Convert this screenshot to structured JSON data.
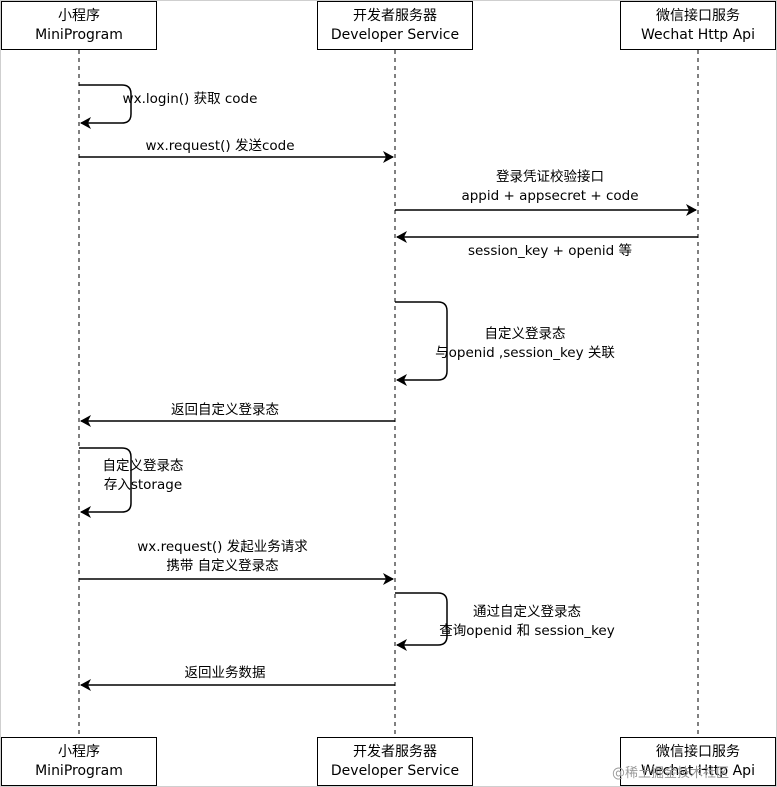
{
  "participants": [
    {
      "name": "小程序",
      "subname": "MiniProgram"
    },
    {
      "name": "开发者服务器",
      "subname": "Developer Service"
    },
    {
      "name": "微信接口服务",
      "subname": "Wechat Http Api"
    }
  ],
  "messages": [
    {
      "lines": [
        "wx.login() 获取 code"
      ]
    },
    {
      "lines": [
        "wx.request() 发送code"
      ]
    },
    {
      "lines": [
        "登录凭证校验接口",
        "appid + appsecret + code"
      ]
    },
    {
      "lines": [
        "session_key + openid 等"
      ]
    },
    {
      "lines": [
        "自定义登录态",
        "与openid ,session_key 关联"
      ]
    },
    {
      "lines": [
        "返回自定义登录态"
      ]
    },
    {
      "lines": [
        "自定义登录态",
        "存入storage"
      ]
    },
    {
      "lines": [
        "wx.request() 发起业务请求",
        "携带 自定义登录态"
      ]
    },
    {
      "lines": [
        "通过自定义登录态",
        "查询openid 和 session_key"
      ]
    },
    {
      "lines": [
        "返回业务数据"
      ]
    }
  ],
  "watermark": "@稀土掘金技术社区",
  "colors": {
    "line": "#000000",
    "frame": "#cfcfcf"
  }
}
